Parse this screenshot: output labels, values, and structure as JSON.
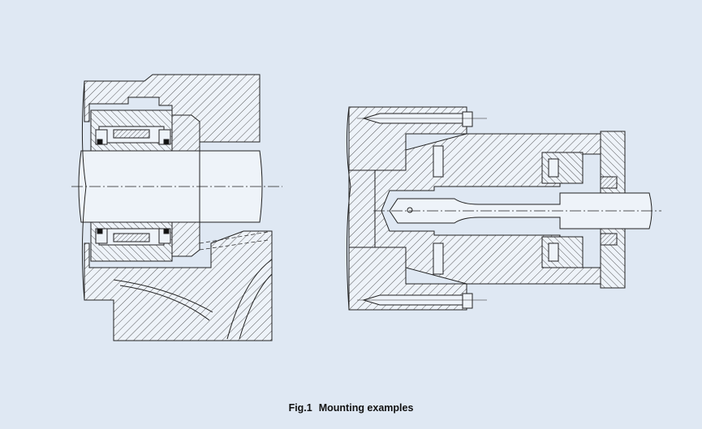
{
  "page": {
    "background": "#dfe8f3"
  },
  "figure": {
    "caption_number": "Fig.1",
    "caption_text": "Mounting examples",
    "drawings": [
      {
        "name": "left-mounting-drawing"
      },
      {
        "name": "right-mounting-drawing"
      }
    ]
  }
}
